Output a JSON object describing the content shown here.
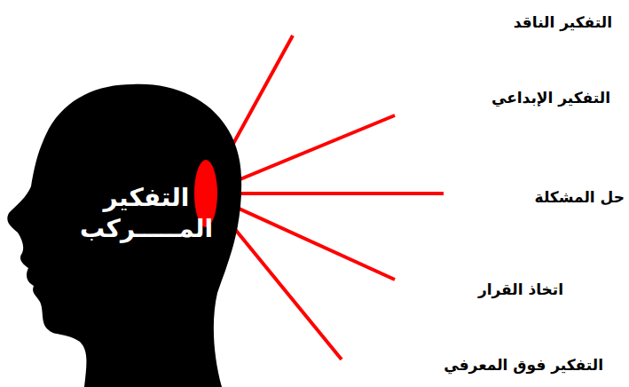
{
  "diagram": {
    "nodes": [
      {
        "text": [
          "التفكير المـــــركب"
        ]
      }
    ],
    "labels": [
      "التفكير الناقد",
      "التفكير الإبداعي",
      "حل المشكلة",
      "اتخاذ القرار",
      "التفكير فوق المعرفي"
    ]
  }
}
